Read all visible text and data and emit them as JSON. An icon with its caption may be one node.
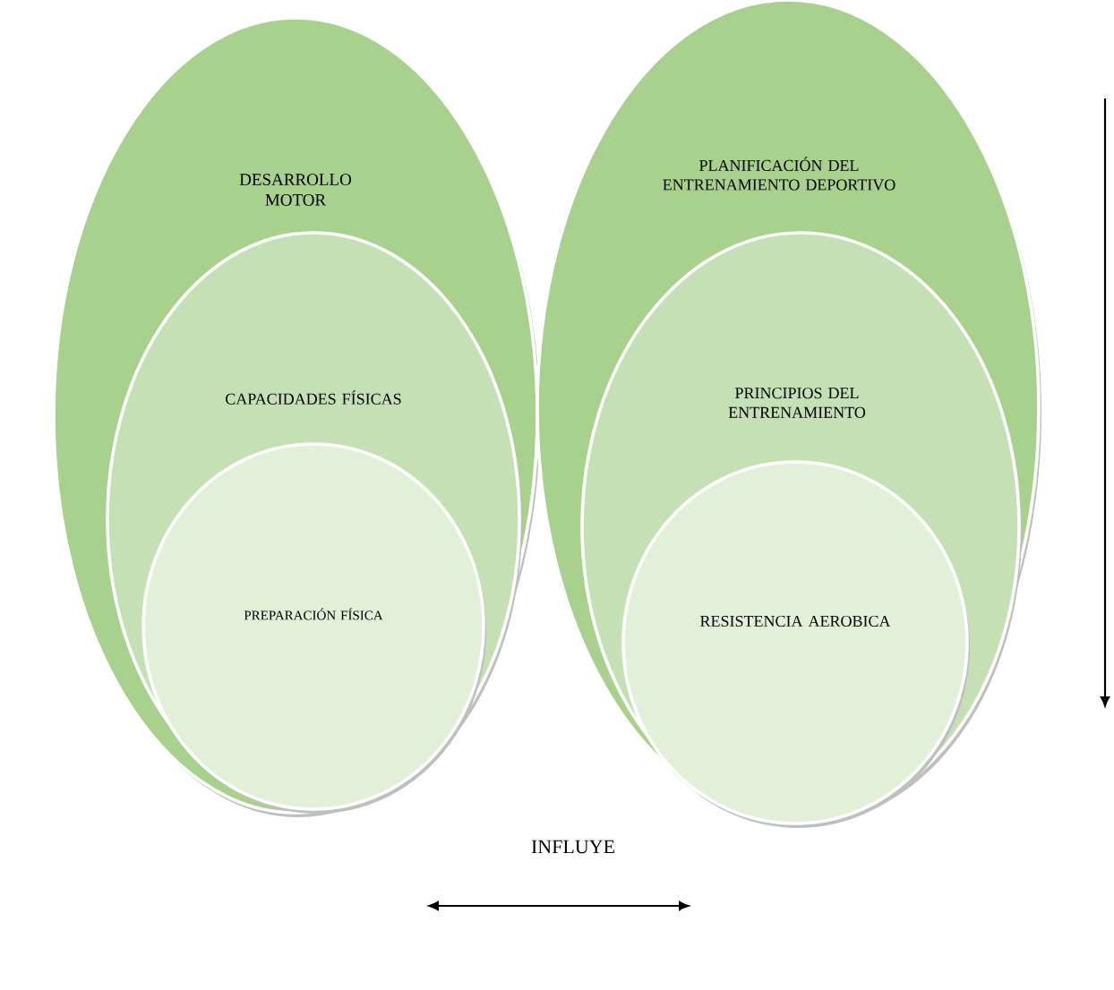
{
  "diagram": {
    "nodes": [
      {
        "text": [
          "DESARROLLO MOTOR"
        ]
      },
      {
        "text": [
          "CAPACIDADES FÍSICAS"
        ],
        "in": 0
      },
      {
        "text": [
          "PREPARACIÓN FÍSICA"
        ],
        "in": 1
      },
      {
        "text": [
          "PLANIFICACIÓN DEL ENTRENAMIENTO DEPORTIVO"
        ]
      },
      {
        "text": [
          "PRINCIPIOS DEL ENTRENAMIENTO"
        ],
        "in": 3
      },
      {
        "text": [
          "RESISTENCIA AEROBICA"
        ],
        "in": 4
      }
    ],
    "labels": [
      "INFLUYE"
    ]
  }
}
